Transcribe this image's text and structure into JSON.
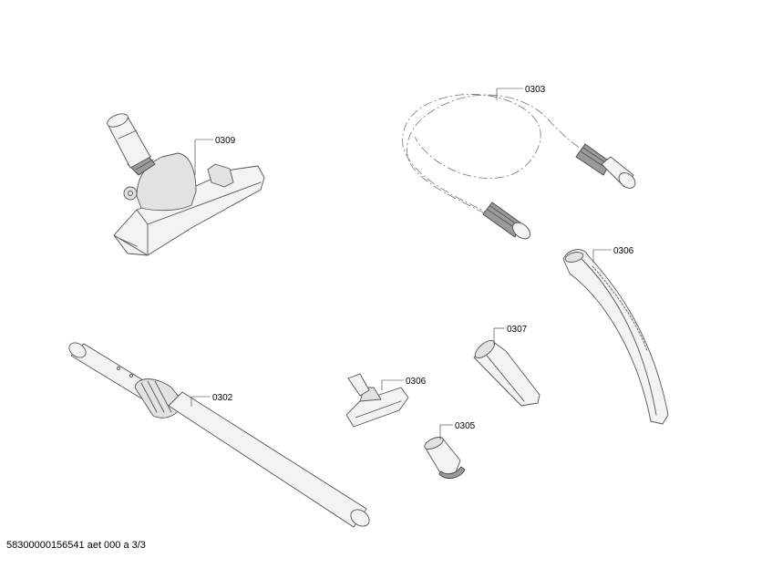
{
  "parts": [
    {
      "id": "floor-nozzle",
      "label": "0309"
    },
    {
      "id": "suction-hose",
      "label": "0303"
    },
    {
      "id": "hose-handle",
      "label": "0306"
    },
    {
      "id": "crevice-tool",
      "label": "0307"
    },
    {
      "id": "upholstery-nozzle",
      "label": "0306"
    },
    {
      "id": "brush-tool",
      "label": "0305"
    },
    {
      "id": "telescopic-tube",
      "label": "0302"
    }
  ],
  "footer": {
    "code": "58300000156541 aet 000 a 3/3"
  }
}
